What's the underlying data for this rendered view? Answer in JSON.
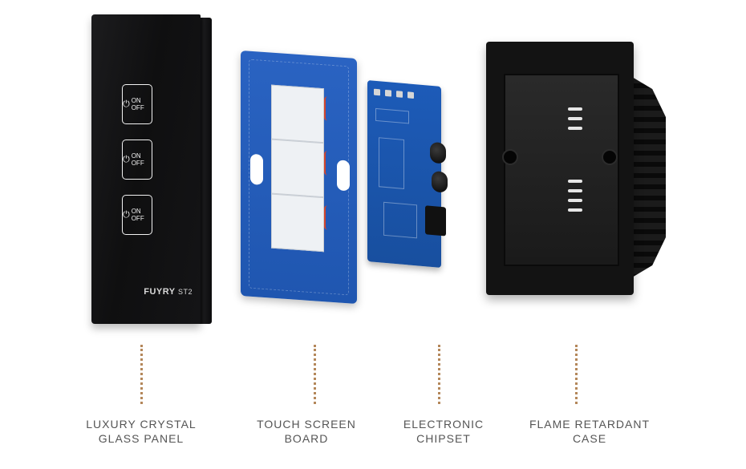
{
  "panel": {
    "keys": [
      {
        "power_symbol": "⏻",
        "text": "ON OFF"
      },
      {
        "power_symbol": "⏻",
        "text": "ON OFF"
      },
      {
        "power_symbol": "⏻",
        "text": "ON OFF"
      }
    ],
    "brand": "FUYRY",
    "model": "ST2"
  },
  "captions": [
    {
      "line1": "LUXURY CRYSTAL",
      "line2": "GLASS PANEL"
    },
    {
      "line1": "TOUCH SCREEN",
      "line2": "BOARD"
    },
    {
      "line1": "ELECTRONIC",
      "line2": "CHIPSET"
    },
    {
      "line1": "FLAME RETARDANT",
      "line2": "CASE"
    }
  ],
  "colors": {
    "background": "#ffffff",
    "leader_dots": "#b4875a",
    "caption_text": "#555555",
    "board_blue": "#2a63c2",
    "panel_black": "#141416"
  }
}
